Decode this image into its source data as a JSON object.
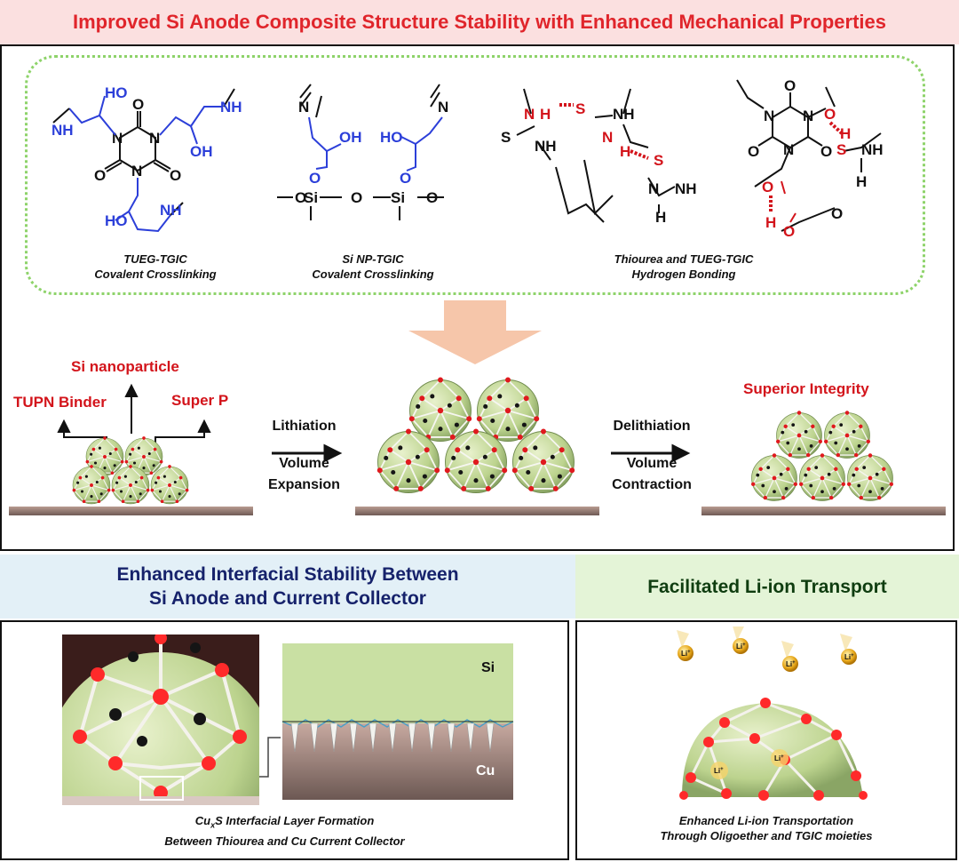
{
  "header": {
    "title": "Improved Si Anode Composite Structure Stability with Enhanced Mechanical Properties"
  },
  "structures": [
    {
      "name": "TUEG-TGIC",
      "type": "Covalent Crosslinking"
    },
    {
      "name": "Si NP-TGIC",
      "type": "Covalent Crosslinking"
    },
    {
      "name": "Thiourea and TUEG-TGIC",
      "type": "Hydrogen Bonding"
    }
  ],
  "atoms": {
    "oh": "HO",
    "oh2": "OH",
    "nh": "NH",
    "n": "N",
    "o": "O",
    "h": "H",
    "s": "S",
    "si": "Si"
  },
  "process": {
    "labels": {
      "si_np": "Si nanoparticle",
      "binder": "TUPN Binder",
      "superp": "Super P",
      "integrity": "Superior Integrity"
    },
    "step1": {
      "title": "Lithiation",
      "line1": "Volume",
      "line2": "Expansion"
    },
    "step2": {
      "title": "Delithiation",
      "line1": "Volume",
      "line2": "Contraction"
    }
  },
  "bottom_left": {
    "header_line1": "Enhanced Interfacial Stability Between",
    "header_line2": "Si Anode and Current Collector",
    "label_si": "Si",
    "label_cu": "Cu",
    "caption_line1_pre": "Cu",
    "caption_line1_sub": "x",
    "caption_line1_post": "S Interfacial Layer Formation",
    "caption_line2": "Between Thiourea and Cu Current Collector"
  },
  "bottom_right": {
    "header": "Facilitated Li-ion Transport",
    "ion_label": "Li",
    "ion_charge": "+",
    "caption_line1": "Enhanced Li-ion Transportation",
    "caption_line2": "Through Oligoether and TGIC moieties"
  },
  "colors": {
    "title_red": "#e0252b",
    "accent_blue": "#2c3fd9",
    "bond_red": "#d3141b",
    "dotted_green": "#8ed36a",
    "particle_green": "#c4d99a"
  }
}
